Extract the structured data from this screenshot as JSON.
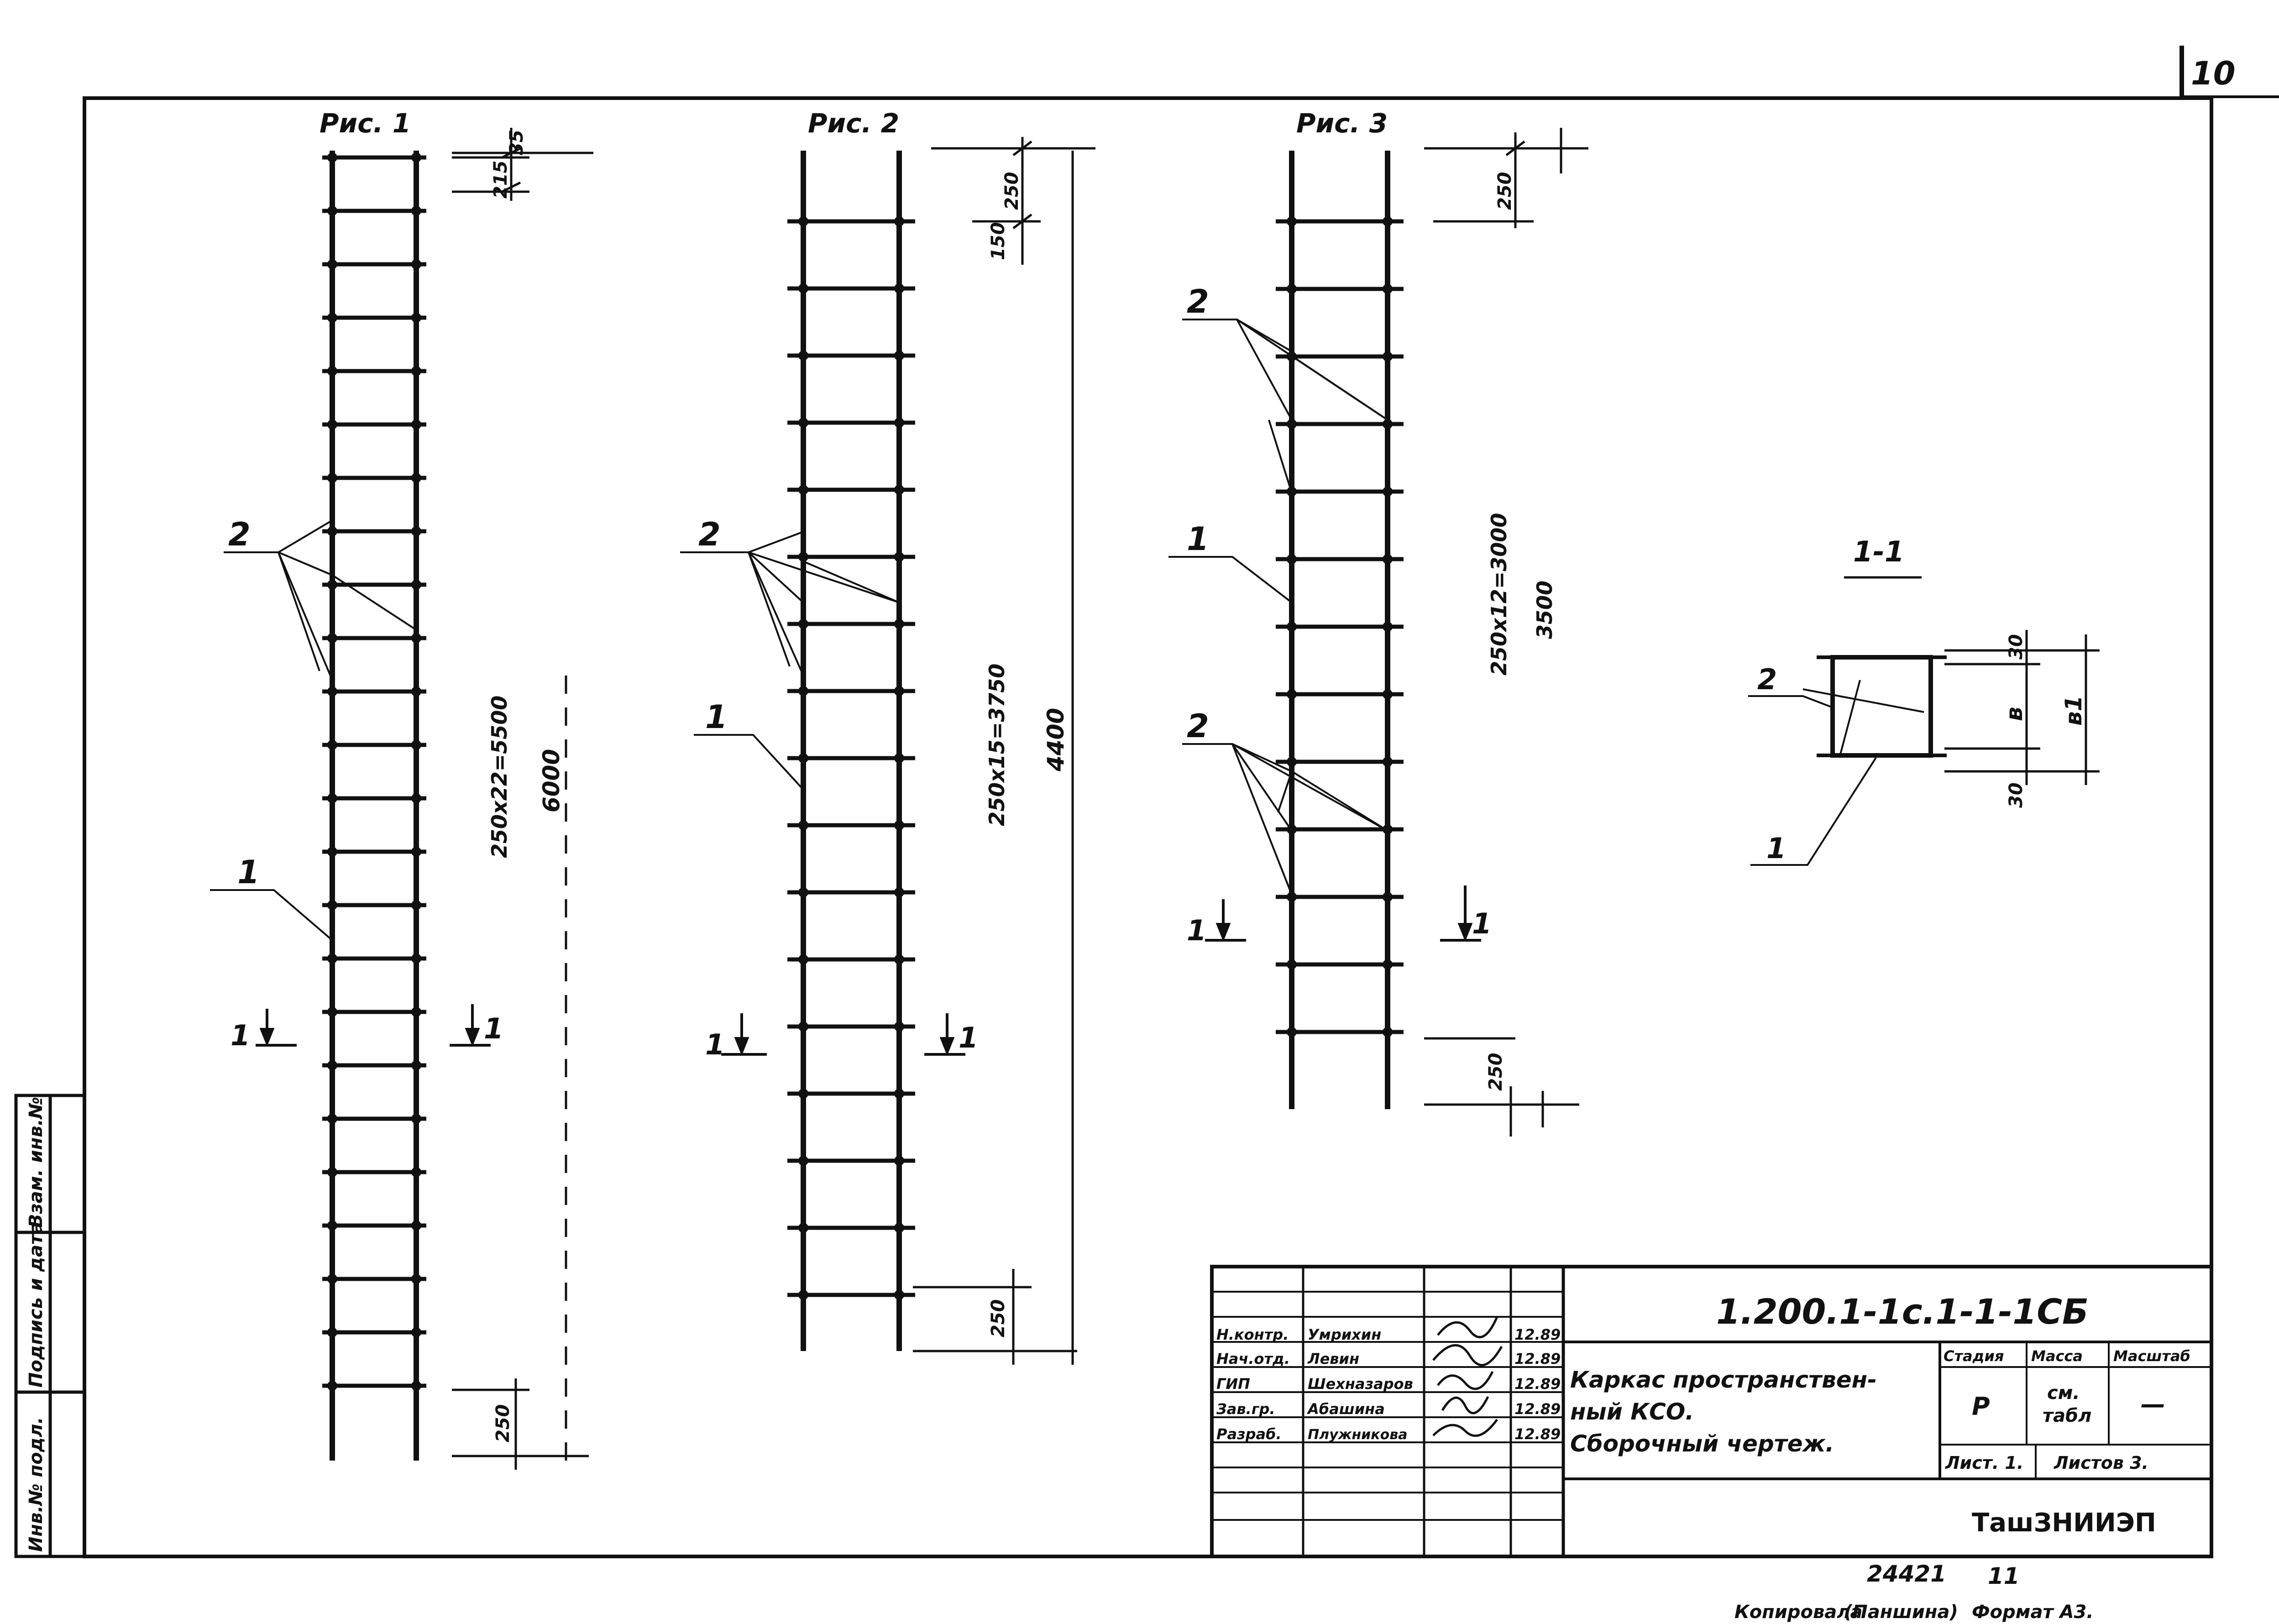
{
  "sheet": {
    "number": "10"
  },
  "figures": [
    {
      "title": "Рис. 1",
      "dims": [
        "215",
        "35",
        "250х22=5500",
        "6000",
        "250"
      ],
      "section_mark": "1",
      "labels": [
        "1",
        "2"
      ]
    },
    {
      "title": "Рис. 2",
      "dims": [
        "250",
        "150",
        "250х15=3750",
        "4400",
        "250"
      ],
      "section_mark": "1",
      "labels": [
        "1",
        "2"
      ]
    },
    {
      "title": "Рис. 3",
      "dims": [
        "250",
        "250х12=3000",
        "3500",
        "250"
      ],
      "section_mark": "1",
      "labels": [
        "1",
        "2",
        "2"
      ]
    }
  ],
  "section": {
    "title": "1-1",
    "dims": [
      "30",
      "в",
      "в1",
      "30"
    ],
    "labels": [
      "1",
      "2"
    ]
  },
  "side_stamp": [
    "Инв.№ подл.",
    "Подпись и дата",
    "Взам. инв.№"
  ],
  "title_block": {
    "code": "1.200.1-1с.1-1-1СБ",
    "name_line1": "Каркас пространствен-",
    "name_line2": "ный КСО.",
    "name_line3": "Сборочный чертеж.",
    "headers": {
      "stage": "Стадия",
      "mass": "Масса",
      "scale": "Масштаб"
    },
    "stage_value": "Р",
    "mass_value_line1": "см.",
    "mass_value_line2": "табл",
    "scale_value": "—",
    "sheet_label": "Лист. 1.",
    "sheets_label": "Листов 3.",
    "organization": "ТашЗНИИЭП",
    "roles": [
      {
        "role": "Н.контр.",
        "name": "Умрихин",
        "date": "12.89"
      },
      {
        "role": "Нач.отд.",
        "name": "Левин",
        "date": "12.89"
      },
      {
        "role": "ГИП",
        "name": "Шехназаров",
        "date": "12.89"
      },
      {
        "role": "Зав.гр.",
        "name": "Абашина",
        "date": "12.89"
      },
      {
        "role": "Разраб.",
        "name": "Плужникова",
        "date": "12.89"
      }
    ]
  },
  "footer": {
    "inventory": "24421",
    "number": "11",
    "copied": "Копировала",
    "copier_name": "(Паншина)",
    "format": "Формат А3."
  }
}
